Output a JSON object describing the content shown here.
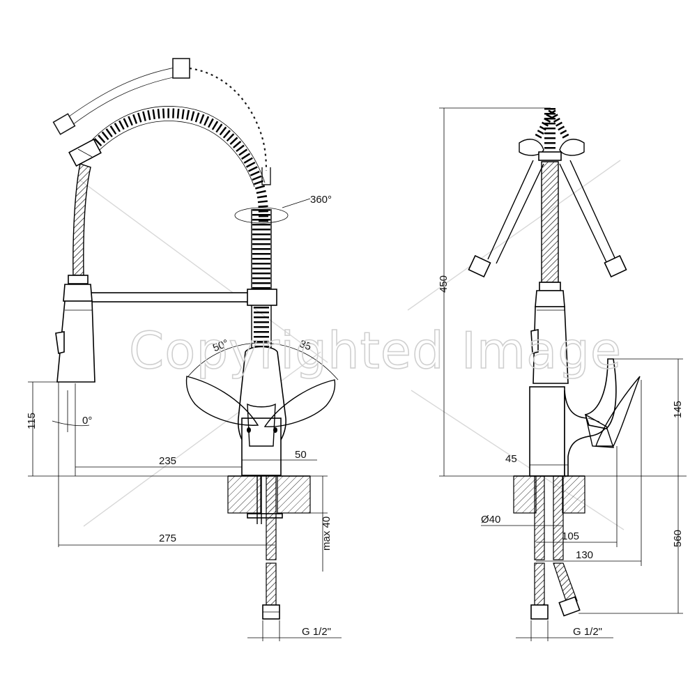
{
  "watermark": "Copyrighted Image",
  "front_view": {
    "rotation_label": "360°",
    "angle_left": "50°",
    "angle_right": "35",
    "tilt_angle": "0°",
    "height_dim": "115",
    "reach_dim": "235",
    "spout_dim": "50",
    "total_reach_dim": "275",
    "deck_dim": "max 40",
    "thread_label": "G 1/2\""
  },
  "side_view": {
    "height_dim": "450",
    "handle_dim": "145",
    "offset_dim": "45",
    "hole_dim": "Ø40",
    "depth_dim_1": "105",
    "depth_dim_2": "130",
    "hose_dim": "560",
    "thread_label": "G 1/2\""
  }
}
